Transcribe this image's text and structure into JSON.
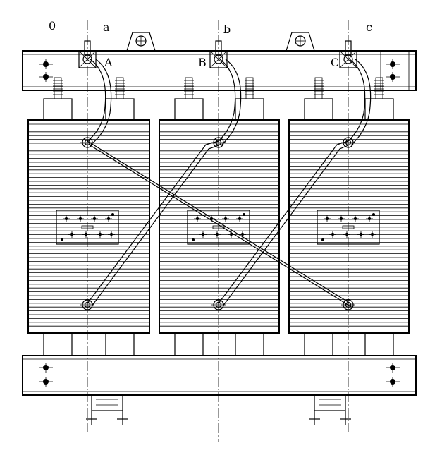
{
  "diagram": {
    "terminal_labels": {
      "neutral": "0",
      "lv_a": "a",
      "lv_b": "b",
      "lv_c": "c",
      "hv_a": "A",
      "hv_b": "B",
      "hv_c": "C"
    }
  }
}
